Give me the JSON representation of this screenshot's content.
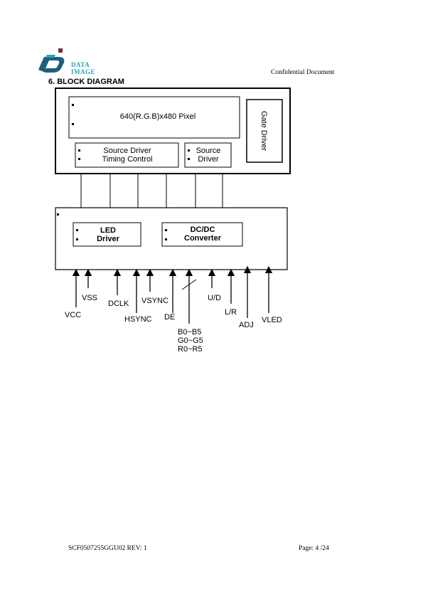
{
  "header": {
    "logo_line1": "DATA",
    "logo_line2": "IMAGE",
    "confidential": "Confidential Document",
    "section_title": "6. BLOCK DIAGRAM"
  },
  "diagram": {
    "pixel_panel": "640(R.G.B)x480 Pixel",
    "gate_driver": "Gate Driver",
    "source_timing_line1": "Source Driver",
    "source_timing_line2": "Timing Control",
    "source_driver_line1": "Source",
    "source_driver_line2": "Driver",
    "led_line1": "LED",
    "led_line2": "Driver",
    "dcdc_line1": "DC/DC",
    "dcdc_line2": "Converter",
    "signals": {
      "vcc": "VCC",
      "vss": "VSS",
      "dclk": "DCLK",
      "hsync": "HSYNC",
      "vsync": "VSYNC",
      "de": "DE",
      "rgb_line1": "B0~B5",
      "rgb_line2": "G0~G5",
      "rgb_line3": "R0~R5",
      "ud": "U/D",
      "lr": "L/R",
      "adj": "ADJ",
      "vled": "VLED"
    }
  },
  "footer": {
    "doc_number": "SCF0507255GGU02  REV:  1",
    "page": "Page:    4  /24"
  },
  "colors": {
    "logo_accent": "#2aa3b8",
    "logo_dark": "#1b5f7a",
    "logo_square": "#7a2a3a"
  }
}
